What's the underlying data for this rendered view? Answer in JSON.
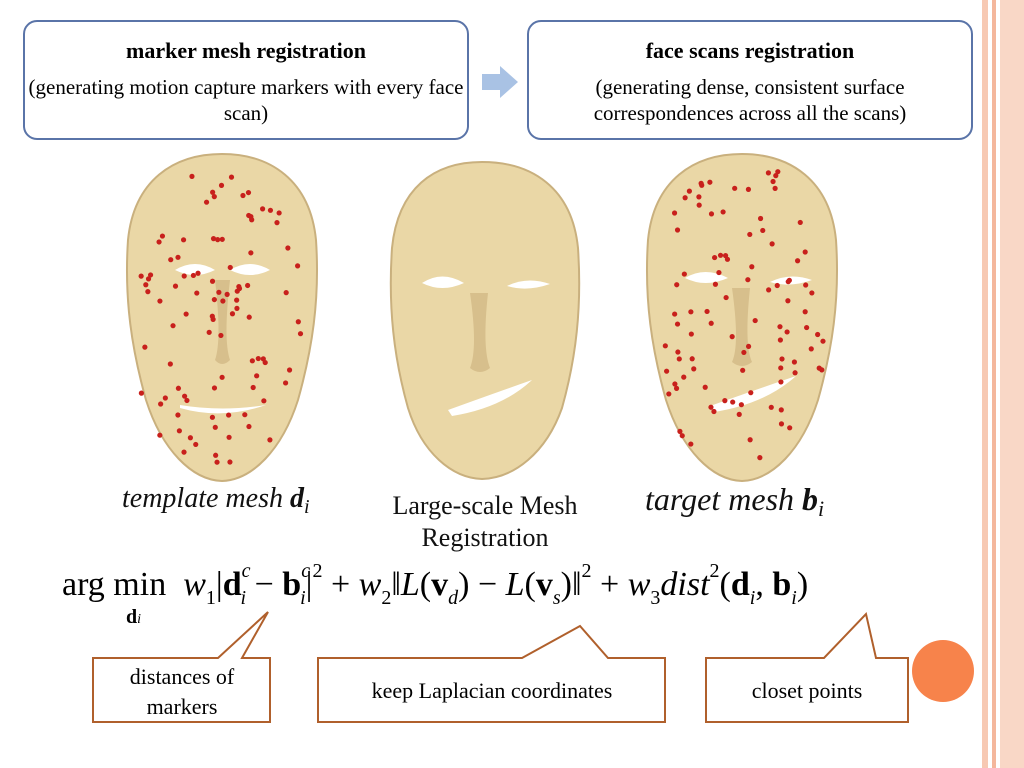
{
  "boxes": {
    "left": {
      "title": "marker mesh registration",
      "desc": "(generating motion capture markers with every face scan)"
    },
    "right": {
      "title": "face scans registration",
      "desc": "(generating dense, consistent surface correspondences across all the scans)"
    }
  },
  "captions": {
    "template": "template mesh",
    "template_sym": "d",
    "template_sub": "i",
    "middle": "Large-scale Mesh Registration",
    "target": "target mesh",
    "target_sym": "b",
    "target_sub": "i"
  },
  "formula": {
    "argmin": "arg min",
    "argmin_sub": "d",
    "argmin_sub_i": "i"
  },
  "callouts": {
    "markers": "distances of markers",
    "laplacian": "keep Laplacian coordinates",
    "closet": "closet points"
  },
  "colors": {
    "accent_circle": "#f7834b",
    "box_border": "#5a74a8",
    "callout_border": "#b0602c",
    "skin": "#ead7a6",
    "marker_dot": "#c8201c"
  }
}
